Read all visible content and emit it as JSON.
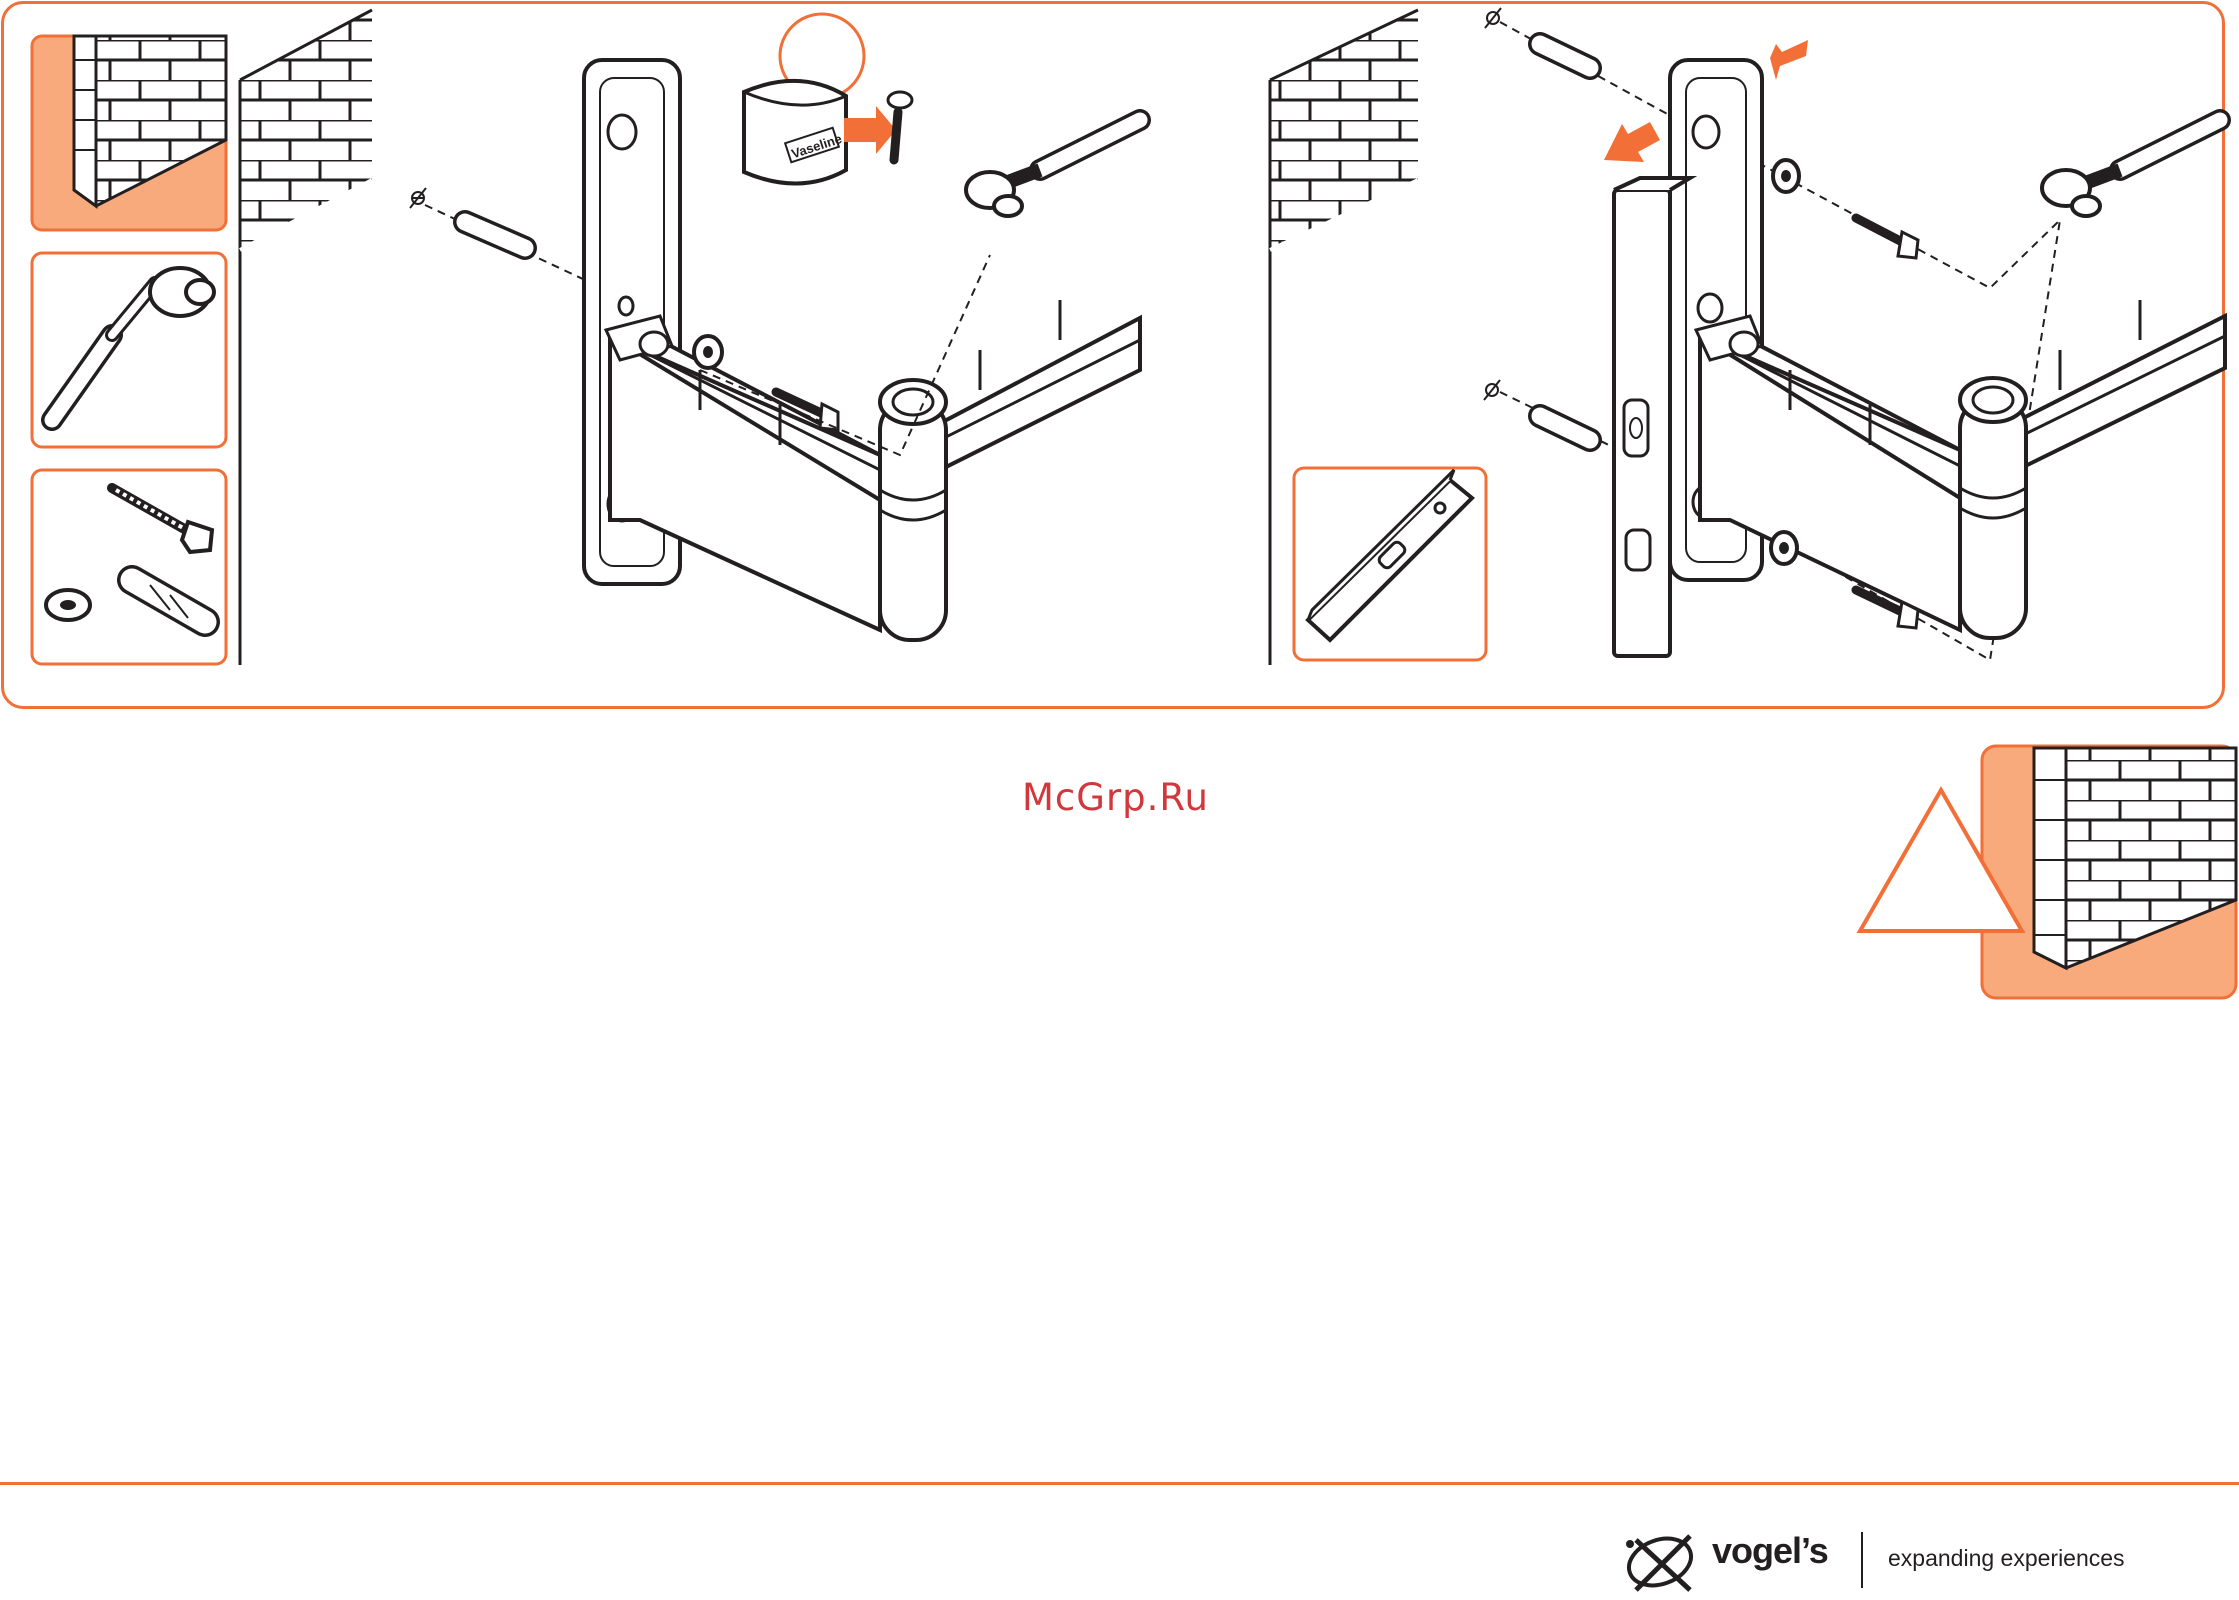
{
  "watermark": "McGrp.Ru",
  "jar_label": "Vaseline",
  "brand": {
    "name": "vogel’s",
    "tagline": "expanding experiences"
  },
  "colors": {
    "accent": "#f26f37",
    "accent_light": "#f9aa7c",
    "ink": "#231f20",
    "watermark": "#d2373c"
  },
  "icons": [
    "brick-wall-icon",
    "socket-wrench-icon",
    "screw-icon",
    "washer-icon",
    "wall-plug-icon",
    "spirit-level-icon",
    "warning-triangle-icon",
    "vaseline-jar-icon",
    "arrow-icon"
  ]
}
